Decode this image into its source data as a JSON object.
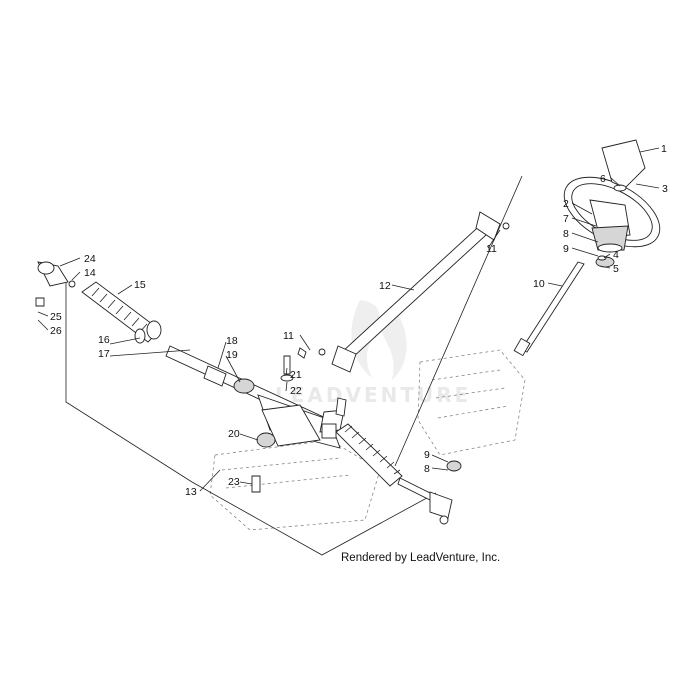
{
  "credit": "Rendered by LeadVenture, Inc.",
  "watermark": "LEADVENTURE",
  "callouts": {
    "c1": "1",
    "c2": "2",
    "c3": "3",
    "c4": "4",
    "c5": "5",
    "c6": "6",
    "c7": "7",
    "c8a": "8",
    "c9a": "9",
    "c10": "10",
    "c11a": "11",
    "c11b": "11",
    "c12": "12",
    "c13": "13",
    "c14": "14",
    "c15": "15",
    "c16": "16",
    "c17": "17",
    "c18": "18",
    "c19": "19",
    "c20": "20",
    "c21": "21",
    "c22": "22",
    "c23": "23",
    "c24": "24",
    "c25": "25",
    "c26": "26",
    "c9b": "9",
    "c8b": "8"
  }
}
